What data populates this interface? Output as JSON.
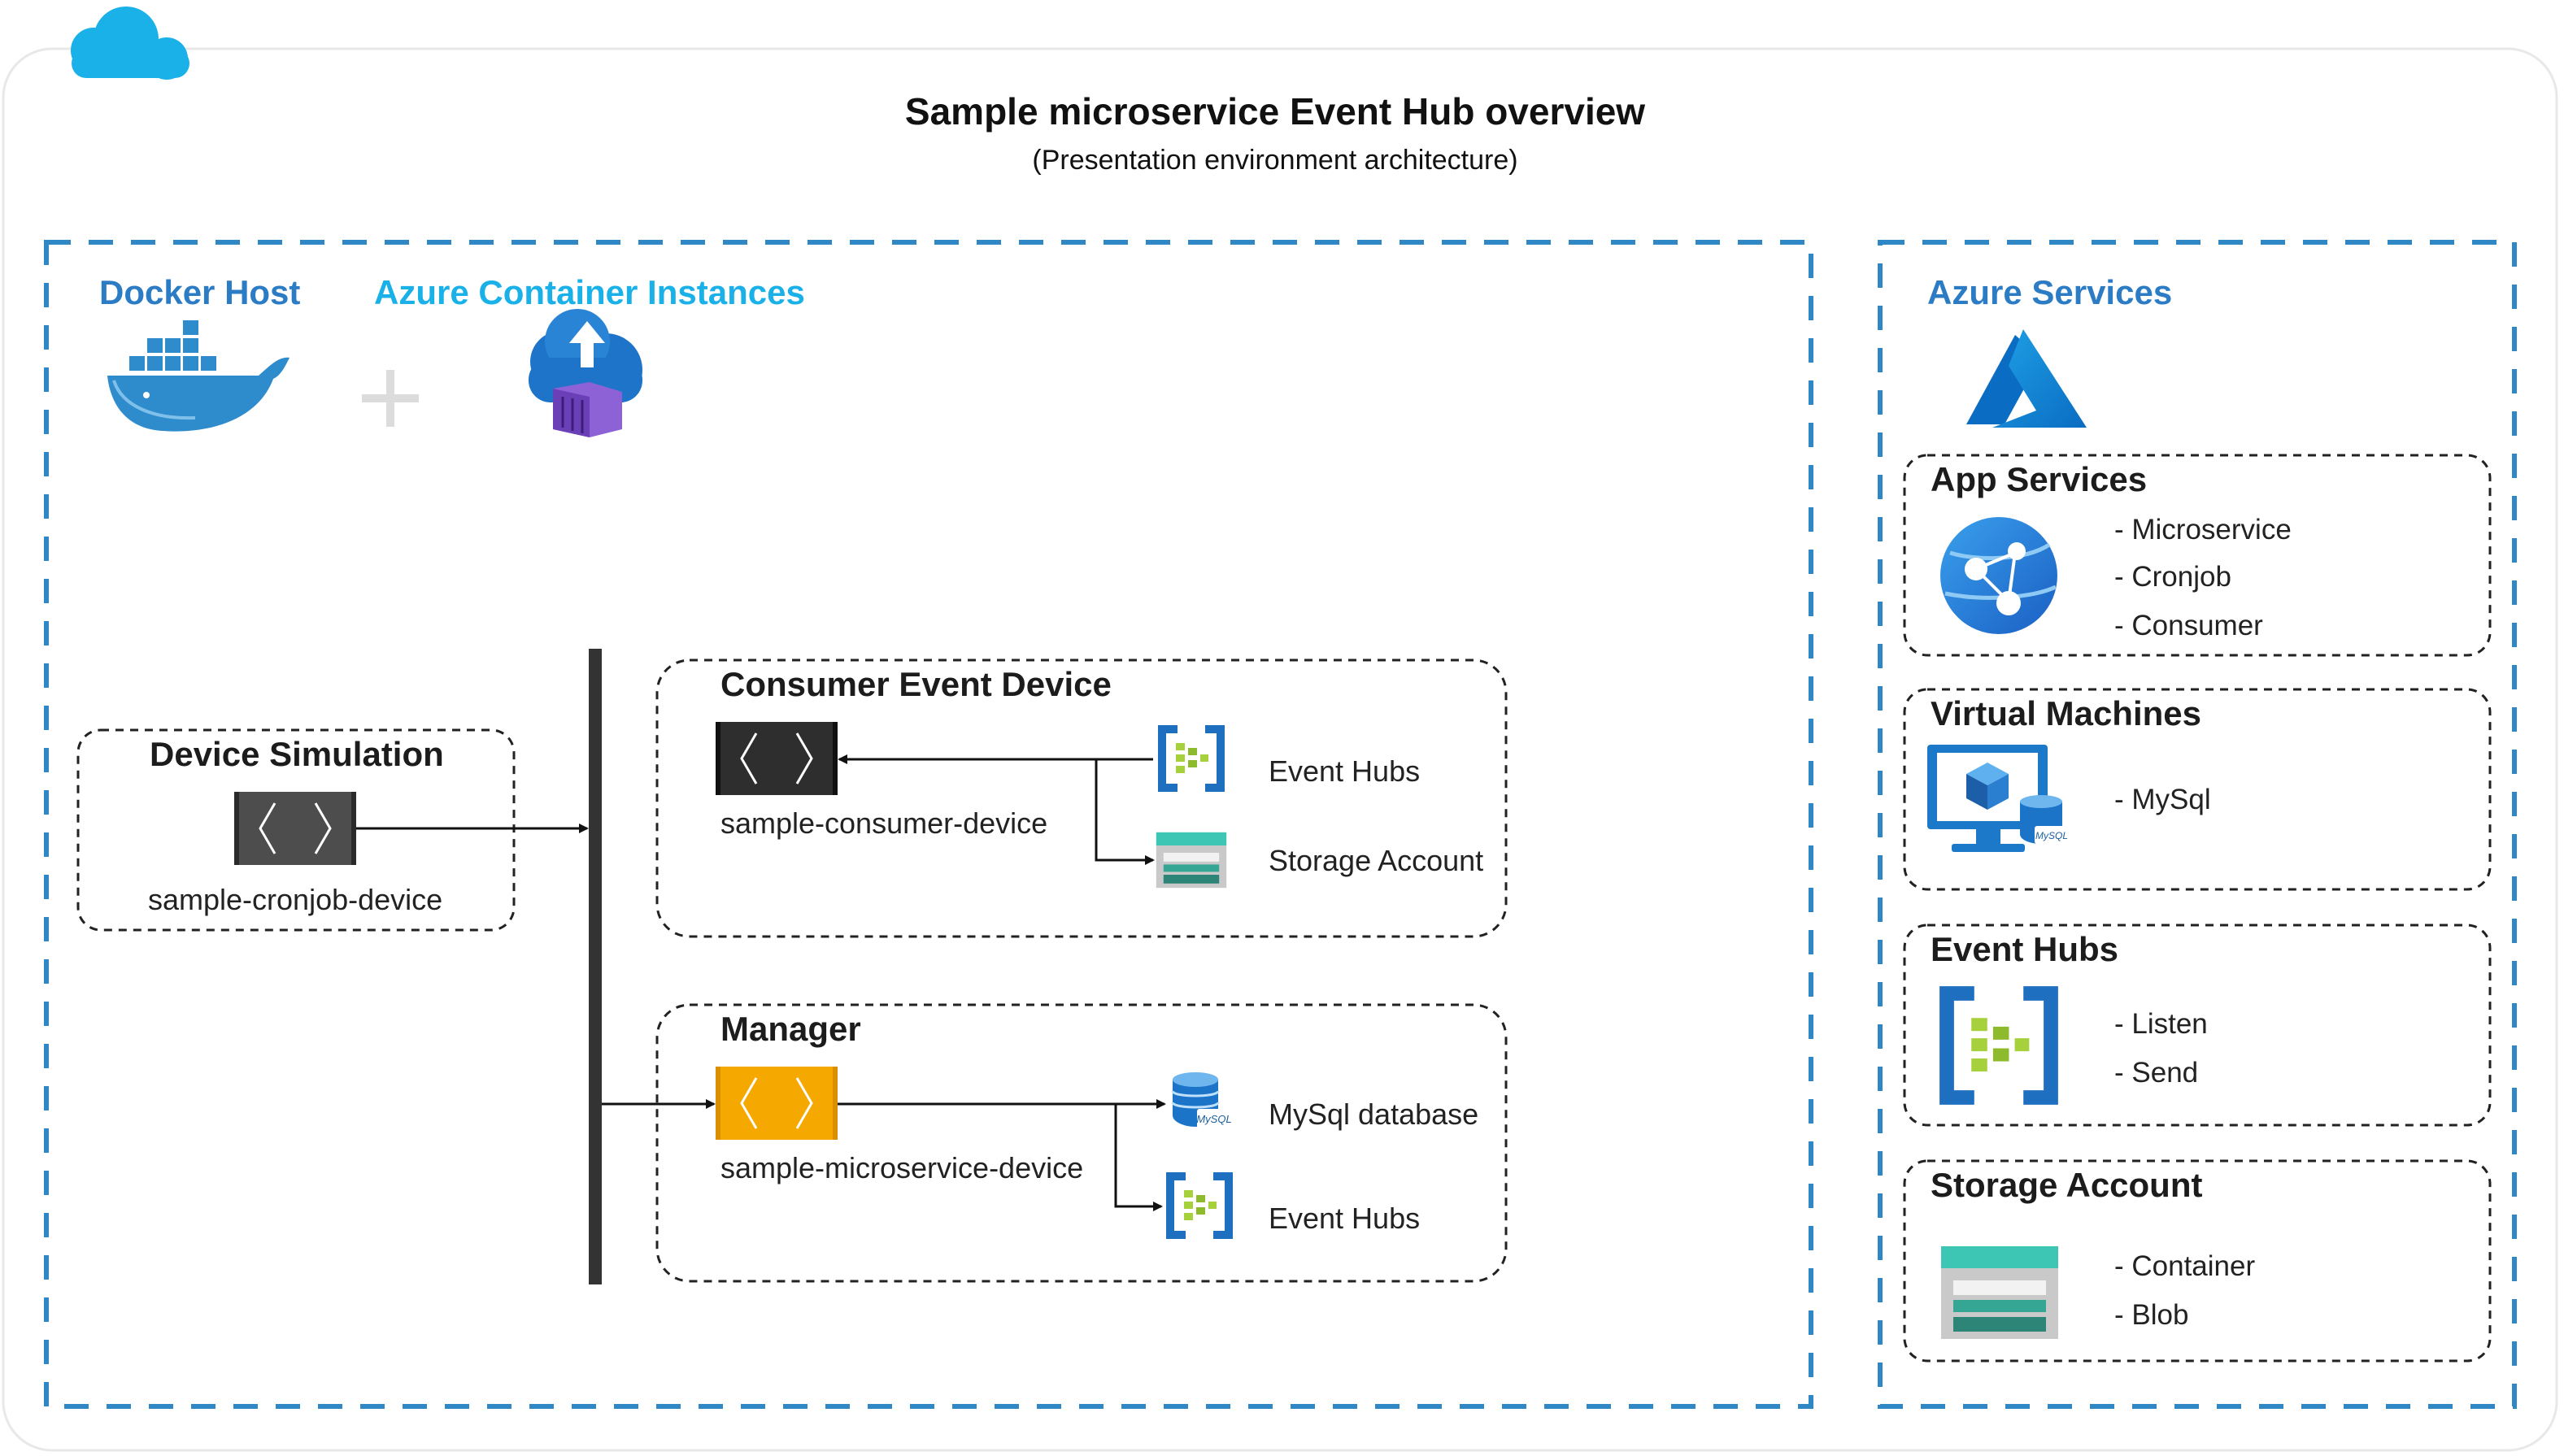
{
  "header": {
    "title": "Sample microservice Event Hub overview",
    "subtitle": "(Presentation environment architecture)"
  },
  "left_panel": {
    "docker_label": "Docker Host",
    "aci_label": "Azure Container Instances",
    "device_simulation": {
      "title": "Device Simulation",
      "container_label": "sample-cronjob-device"
    },
    "consumer_event_device": {
      "title": "Consumer Event Device",
      "container_label": "sample-consumer-device",
      "targets": [
        "Event Hubs",
        "Storage Account"
      ]
    },
    "manager": {
      "title": "Manager",
      "container_label": "sample-microservice-device",
      "targets": [
        "MySql database",
        "Event Hubs"
      ]
    }
  },
  "right_panel": {
    "label": "Azure Services",
    "services": [
      {
        "title": "App Services",
        "items": [
          "- Microservice",
          "- Cronjob",
          "- Consumer"
        ]
      },
      {
        "title": "Virtual Machines",
        "items": [
          "- MySql"
        ]
      },
      {
        "title": "Event Hubs",
        "items": [
          "- Listen",
          "- Send"
        ]
      },
      {
        "title": "Storage Account",
        "items": [
          "- Container",
          "- Blob"
        ]
      }
    ]
  },
  "icons": {
    "cloud": "cloud-icon",
    "docker": "docker-whale-icon",
    "aci": "azure-container-instances-icon",
    "azure": "azure-logo-icon",
    "app_services": "app-services-globe-icon",
    "vm": "virtual-machine-icon",
    "event_hubs": "event-hubs-icon",
    "storage": "storage-account-icon",
    "mysql": "mysql-database-icon",
    "container": "container-icon"
  },
  "colors": {
    "accent_blue": "#2b7cc4",
    "aci_cyan": "#1ab0e8",
    "dashed_border": "#2f87c6",
    "manager_orange": "#f5a800",
    "event_hubs_green": "#9fcc3b",
    "storage_teal": "#3ec6b4"
  }
}
